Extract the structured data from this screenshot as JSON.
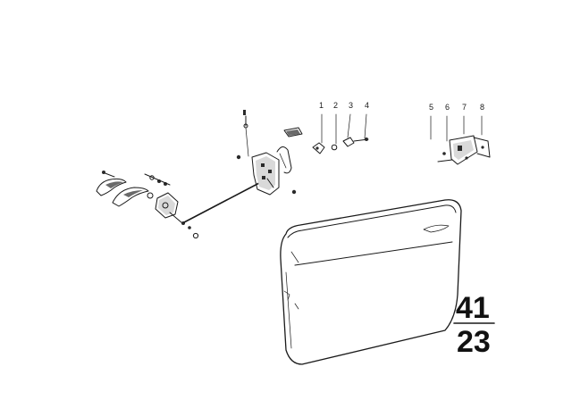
{
  "callouts": [
    "1",
    "2",
    "3",
    "4",
    "5",
    "6",
    "7",
    "8"
  ],
  "group_number": {
    "top": "41",
    "bottom": "23"
  }
}
